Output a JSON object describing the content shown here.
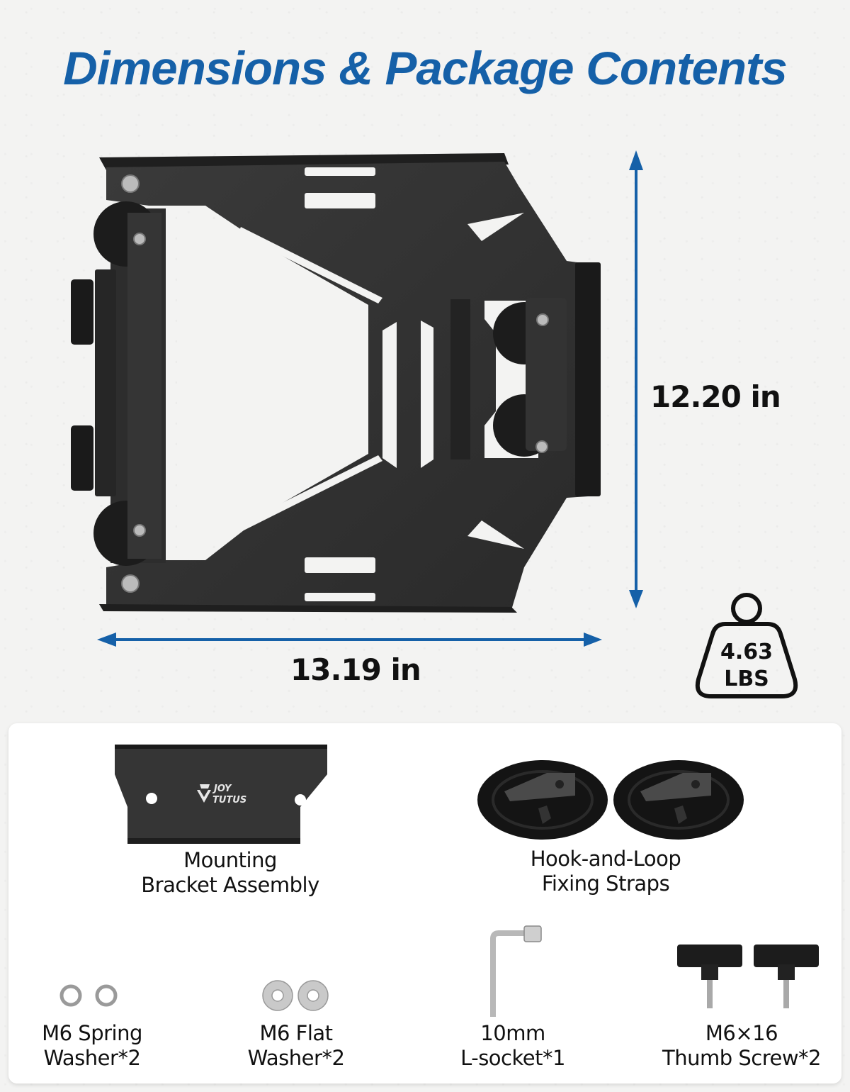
{
  "title": "Dimensions & Package Contents",
  "dimensions": {
    "height": "12.20 in",
    "width": "13.19 in",
    "weight_value": "4.63",
    "weight_unit": "LBS"
  },
  "colors": {
    "accent_blue": "#1560a8",
    "metal_black": "#2b2b2b",
    "background": "#f3f3f2",
    "panel": "#ffffff"
  },
  "brand": {
    "logo_line1": "JOY",
    "logo_line2": "TUTUS"
  },
  "package_contents": [
    {
      "line1": "Mounting",
      "line2": "Bracket Assembly",
      "icon": "mounting-bracket-icon"
    },
    {
      "line1": "Hook-and-Loop",
      "line2": "Fixing Straps",
      "icon": "strap-icon"
    },
    {
      "line1": "M6 Spring",
      "line2": "Washer*2",
      "icon": "spring-washer-icon"
    },
    {
      "line1": "M6 Flat",
      "line2": "Washer*2",
      "icon": "flat-washer-icon"
    },
    {
      "line1": "10mm",
      "line2": "L-socket*1",
      "icon": "l-socket-icon"
    },
    {
      "line1": "M6×16",
      "line2": "Thumb Screw*2",
      "icon": "thumb-screw-icon"
    }
  ]
}
